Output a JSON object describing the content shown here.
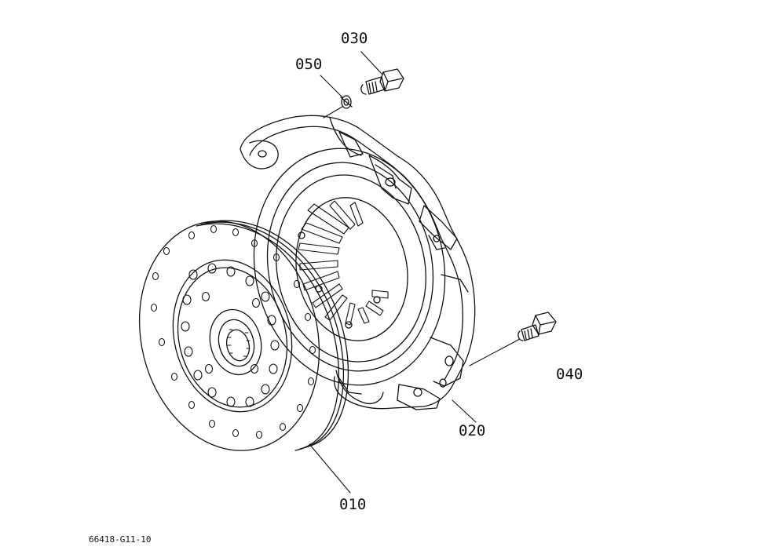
{
  "diagram": {
    "callouts": {
      "c030": "030",
      "c050": "050",
      "c040": "040",
      "c020": "020",
      "c010": "010"
    },
    "drawing_code": "66418-G11-10",
    "line_color": "#111111",
    "background": "#ffffff"
  }
}
